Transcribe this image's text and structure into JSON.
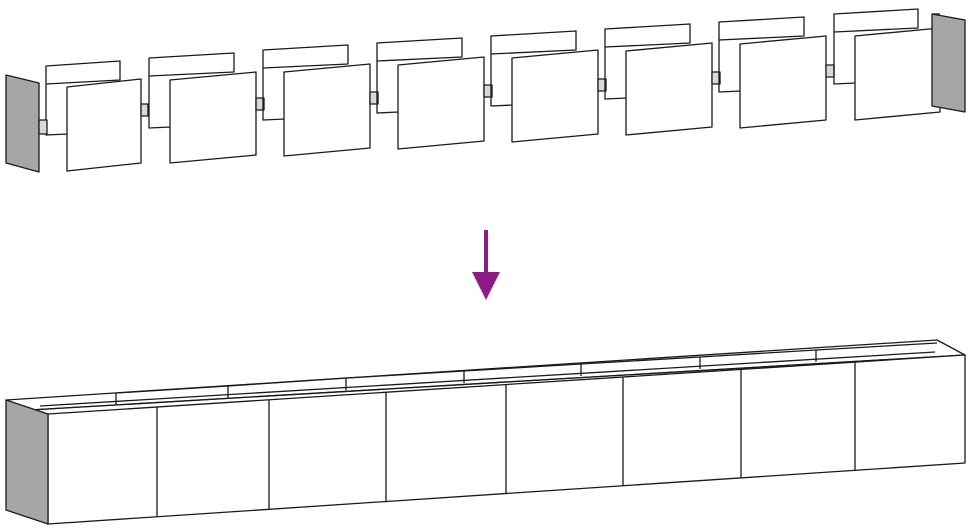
{
  "diagram": {
    "panel_count": 8,
    "colors": {
      "line": "#1a1a1a",
      "panel_fill": "#ffffff",
      "end_cap_fill": "#a6a6a6",
      "bracket_fill": "#d9d9d9",
      "arrow": "#8e1a85"
    },
    "icons": {
      "exploded_view": "exploded-planter-panels",
      "arrow": "arrow-down-icon",
      "assembled_view": "assembled-planter"
    }
  }
}
